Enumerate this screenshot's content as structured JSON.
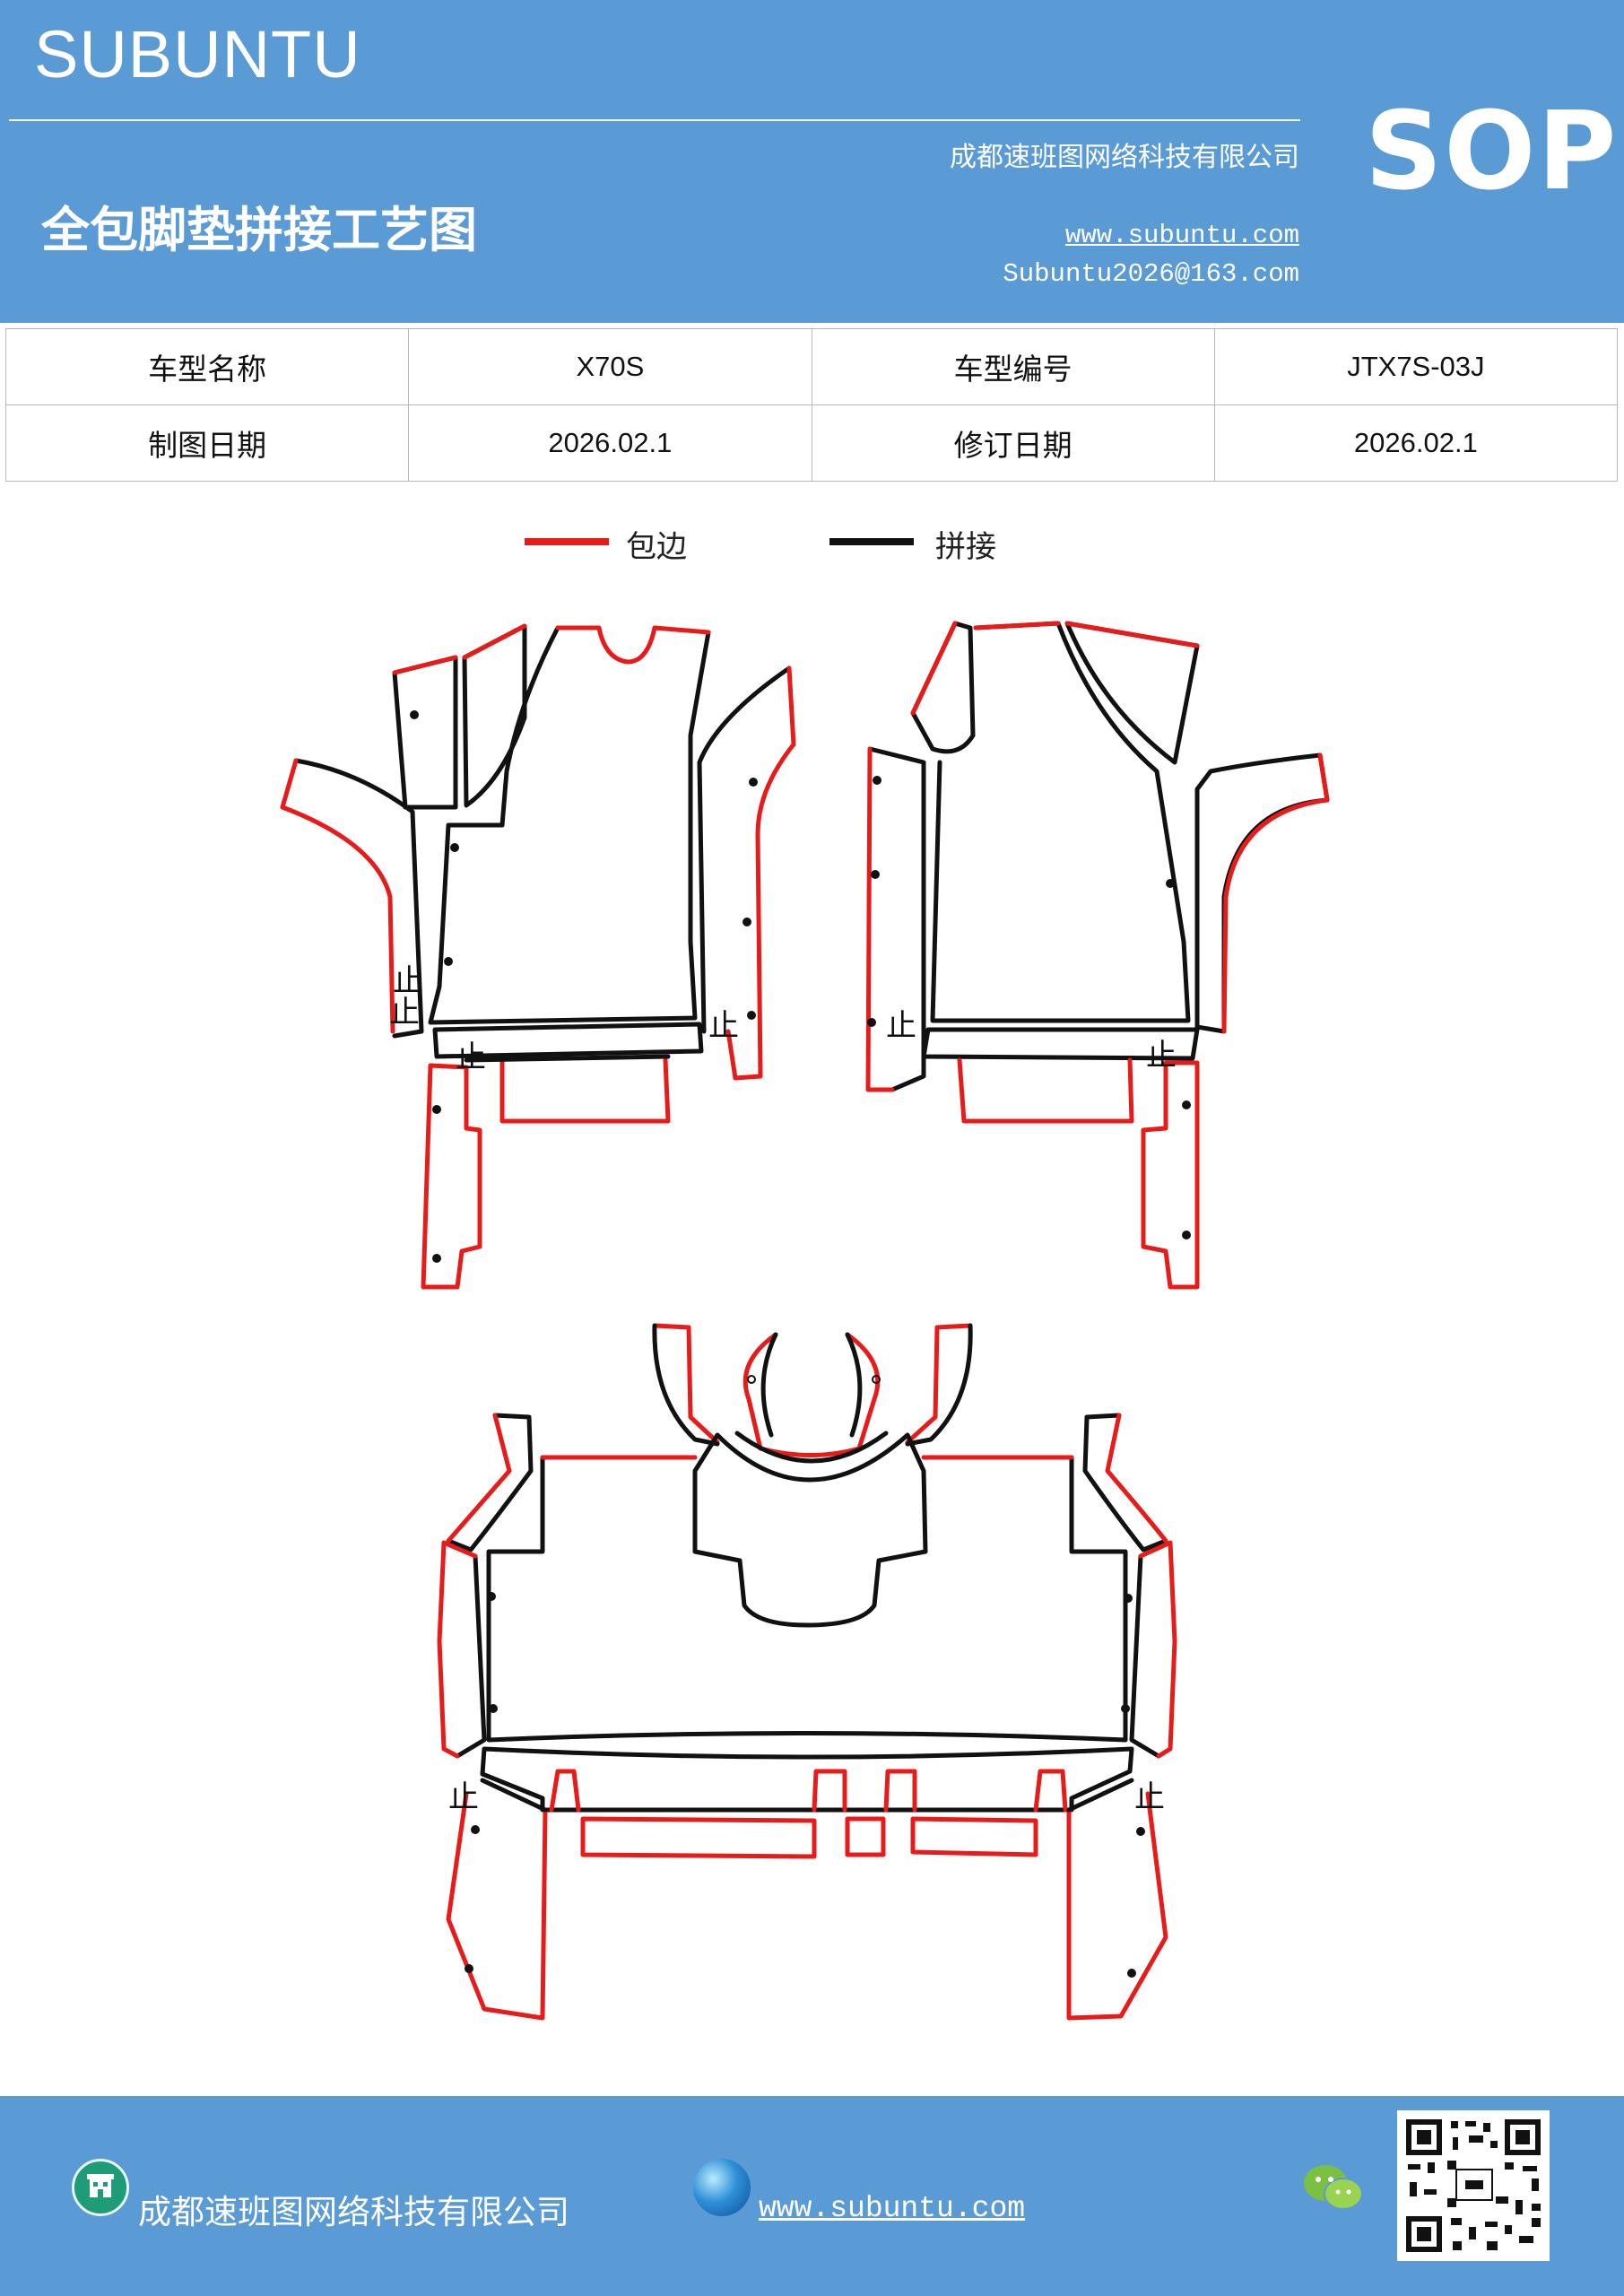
{
  "header": {
    "brand": "SUBUNTU",
    "title": "全包脚垫拼接工艺图",
    "company": "成都速班图网络科技有限公司",
    "website": "www.subuntu.com",
    "email": "Subuntu2026@163.com",
    "sop": "SOP",
    "background_color": "#5b9bd5"
  },
  "info_table": {
    "rows": [
      {
        "label1": "车型名称",
        "value1": "X70S",
        "label2": "车型编号",
        "value2": "JTX7S-03J"
      },
      {
        "label1": "制图日期",
        "value1": "2026.02.1",
        "label2": "修订日期",
        "value2": "2026.02.1"
      }
    ]
  },
  "legend": {
    "items": [
      {
        "label": "包边",
        "color": "#e81b1b"
      },
      {
        "label": "拼接",
        "color": "#111111"
      }
    ]
  },
  "drawing": {
    "stop_mark": "止",
    "edge_color": "#e81b1b",
    "seam_color": "#111111"
  },
  "footer": {
    "company": "成都速班图网络科技有限公司",
    "website": "www.subuntu.com",
    "icons": [
      "building-icon",
      "globe-icon",
      "wechat-icon",
      "qr-code"
    ]
  }
}
